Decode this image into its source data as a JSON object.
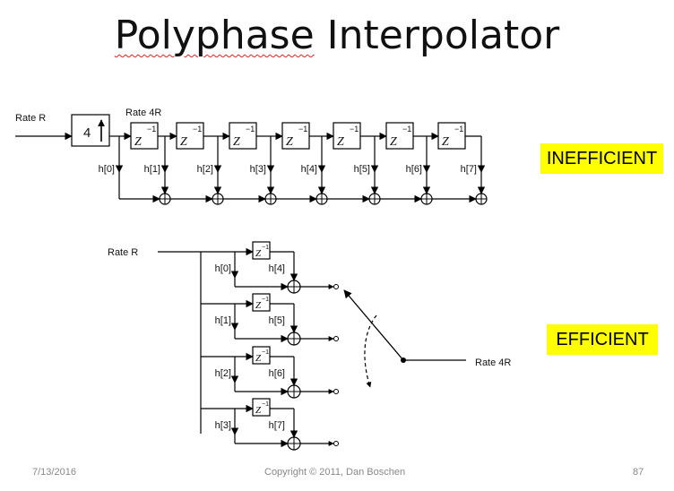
{
  "slide": {
    "title_part1": "Polyphase",
    "title_part2": " Interpolator",
    "date": "7/13/2016",
    "copyright": "Copyright © 2011, Dan Boschen",
    "page_number": "87"
  },
  "top_diagram": {
    "input_label": "Rate R",
    "upsample_factor": "4",
    "upsample_arrow": "↑",
    "rate_after_upsample": "Rate 4R",
    "delay_base": "Z",
    "delay_exponent": "−1",
    "coefficients": [
      "h[0]",
      "h[1]",
      "h[2]",
      "h[3]",
      "h[4]",
      "h[5]",
      "h[6]",
      "h[7]"
    ],
    "verdict": "INEFFICIENT"
  },
  "bottom_diagram": {
    "input_label": "Rate R",
    "output_label": "Rate 4R",
    "delay_base": "Z",
    "delay_exponent": "−1",
    "branches": [
      {
        "left_coef": "h[0]",
        "right_coef": "h[4]"
      },
      {
        "left_coef": "h[1]",
        "right_coef": "h[5]"
      },
      {
        "left_coef": "h[2]",
        "right_coef": "h[6]"
      },
      {
        "left_coef": "h[3]",
        "right_coef": "h[7]"
      }
    ],
    "verdict": "EFFICIENT"
  }
}
